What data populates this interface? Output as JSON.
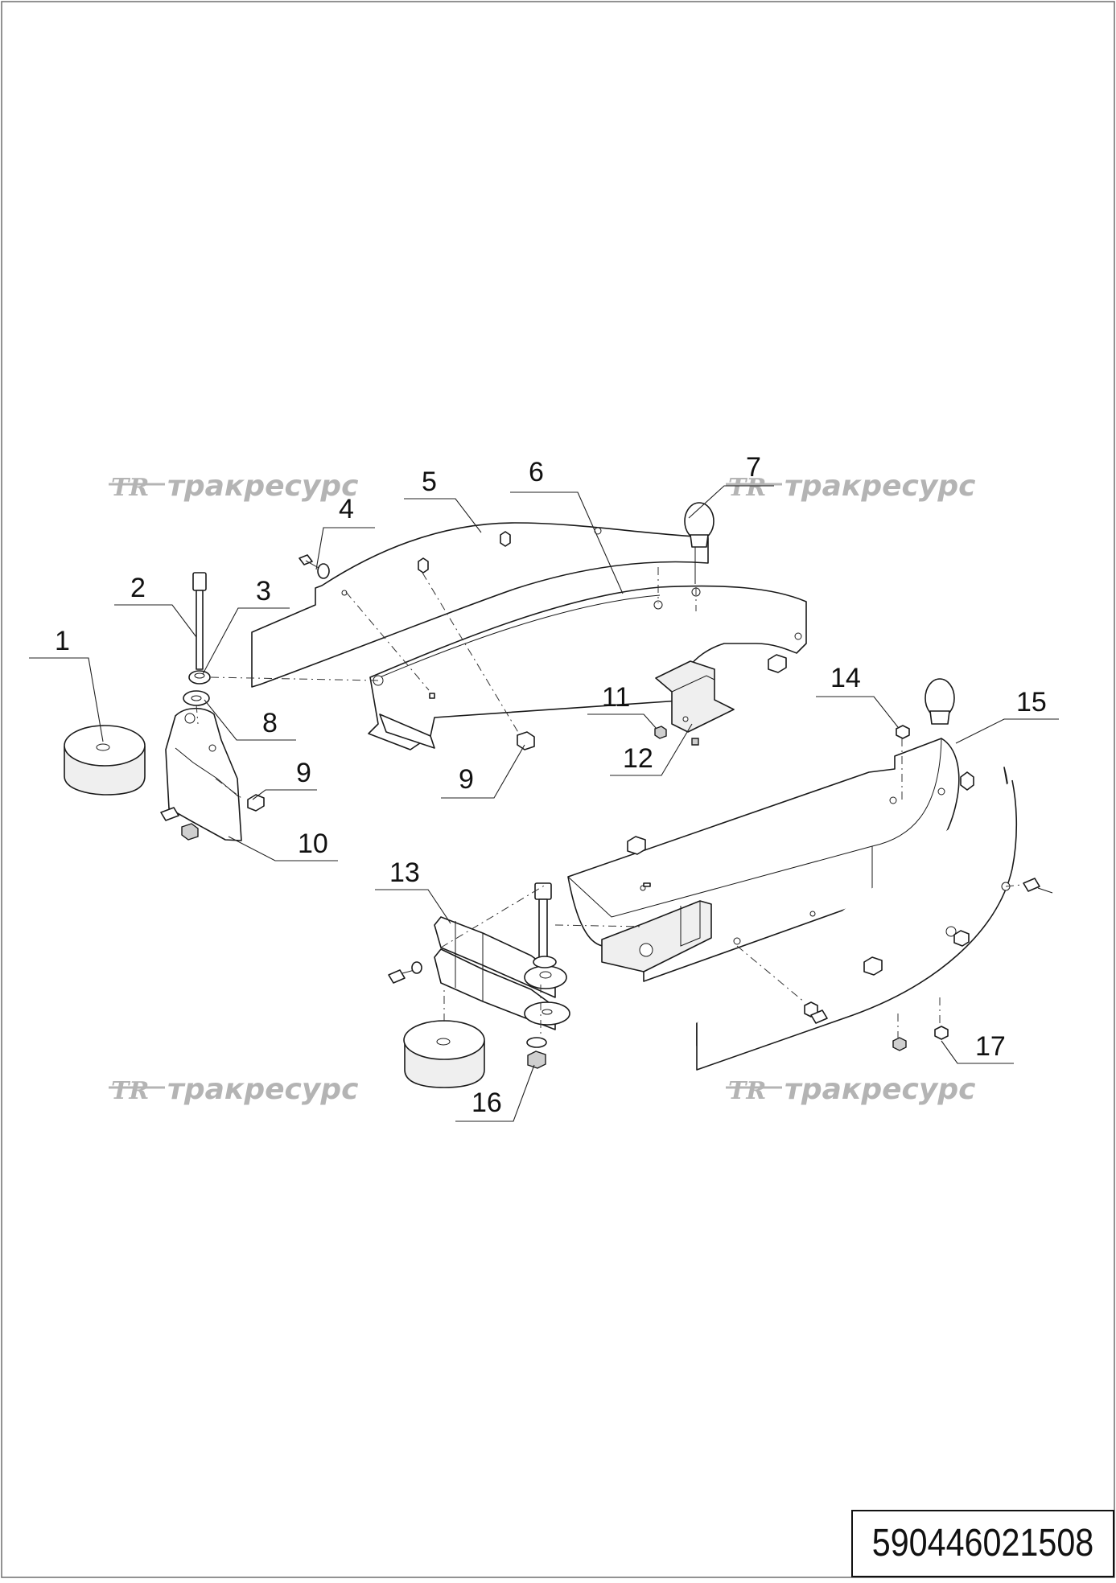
{
  "watermarks": [
    {
      "logo": "TR",
      "text": "тракресурс"
    },
    {
      "logo": "TR",
      "text": "тракресурс"
    },
    {
      "logo": "TR",
      "text": "тракресурс"
    },
    {
      "logo": "TR",
      "text": "тракресурс"
    }
  ],
  "callouts": [
    "1",
    "2",
    "3",
    "4",
    "5",
    "6",
    "7",
    "8",
    "9",
    "9",
    "10",
    "11",
    "12",
    "13",
    "14",
    "15",
    "16",
    "17"
  ],
  "drawing_code": "590446021508"
}
